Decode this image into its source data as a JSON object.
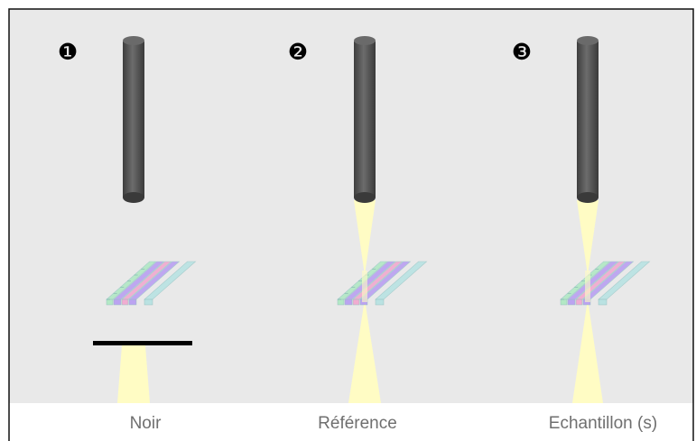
{
  "panels": [
    {
      "number": "❶",
      "caption": "Noir",
      "state": "dark",
      "blocker": true,
      "beam_above_cuvette": false,
      "beam_below_cuvette": false
    },
    {
      "number": "❷",
      "caption": "Référence",
      "state": "reference",
      "blocker": false,
      "beam_above_cuvette": true,
      "beam_below_cuvette": true
    },
    {
      "number": "❸",
      "caption": "Echantillon (s)",
      "state": "sample",
      "blocker": false,
      "beam_above_cuvette": true,
      "beam_below_cuvette": true
    }
  ],
  "colors": {
    "background": "#e9e9e9",
    "border": "#111111",
    "fiber": "#5c5c5c",
    "fiber_tip": "#3a3a3a",
    "beam": "#fffcc4",
    "blocker": "#000000",
    "cuvette_green": "#aee8c2",
    "cuvette_violet": "#b79cf2",
    "cuvette_pink": "#f2a6cf",
    "cuvette_cyan": "#b6e2e2",
    "caption": "#6f6f6f"
  },
  "icons": {
    "fiber": "optical-fiber-icon",
    "cuvette": "cuvette-array-icon",
    "blocker": "light-blocker-icon",
    "beam": "light-beam-icon"
  }
}
